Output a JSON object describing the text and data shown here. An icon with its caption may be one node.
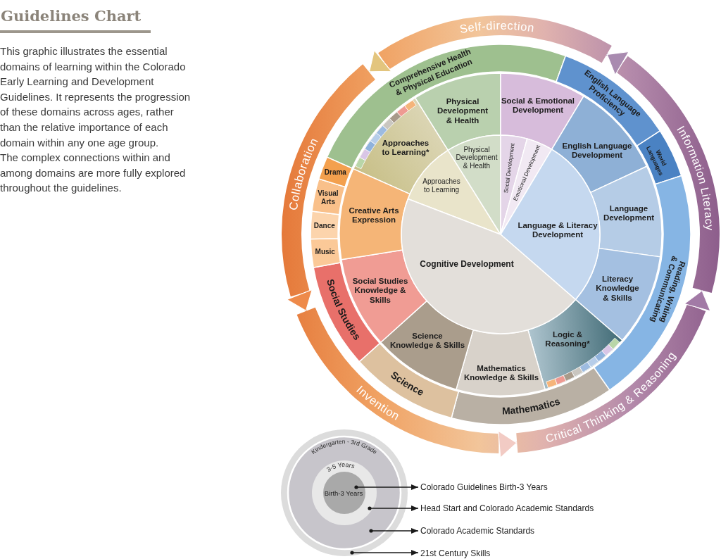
{
  "diagram": {
    "title": "Guidelines Chart",
    "nodes": [
      {
        "text": [
          "Self-direction"
        ]
      },
      {
        "text": [
          "Information Literacy"
        ]
      },
      {
        "text": [
          "Critical Thinking & Reasoning"
        ]
      },
      {
        "text": [
          "Invention"
        ]
      },
      {
        "text": [
          "Collaboration"
        ]
      },
      {
        "text": [
          "Comprehensive Health & Physical Education"
        ]
      },
      {
        "text": [
          "English Language Proficiency"
        ]
      },
      {
        "text": [
          "World Languages"
        ]
      },
      {
        "text": [
          "Reading, Writing & Communicating"
        ]
      },
      {
        "text": [
          "Mathematics"
        ]
      },
      {
        "text": [
          "Science"
        ]
      },
      {
        "text": [
          "Social Studies"
        ]
      },
      {
        "text": [
          "Music"
        ]
      },
      {
        "text": [
          "Dance"
        ]
      },
      {
        "text": [
          "Visual Arts"
        ]
      },
      {
        "text": [
          "Drama"
        ]
      },
      {
        "text": [
          "Approaches to Learning*"
        ]
      },
      {
        "text": [
          "Physical Development & Health"
        ]
      },
      {
        "text": [
          "Social & Emotional Development"
        ]
      },
      {
        "text": [
          "English Language Development"
        ]
      },
      {
        "text": [
          "Language Development"
        ]
      },
      {
        "text": [
          "Literacy Knowledge & Skills"
        ]
      },
      {
        "text": [
          "Logic & Reasoning*"
        ]
      },
      {
        "text": [
          "Mathematics Knowledge & Skills"
        ]
      },
      {
        "text": [
          "Science Knowledge & Skills"
        ]
      },
      {
        "text": [
          "Social Studies Knowledge & Skills"
        ]
      },
      {
        "text": [
          "Creative Arts Expression"
        ]
      },
      {
        "text": [
          "Approaches to Learning"
        ]
      },
      {
        "text": [
          "Physical Development & Health"
        ]
      },
      {
        "text": [
          "Social Development"
        ]
      },
      {
        "text": [
          "Emotional Development"
        ]
      },
      {
        "text": [
          "Language & Literacy Development"
        ]
      },
      {
        "text": [
          "Cognitive Development"
        ]
      },
      {
        "text": [],
        "shape": "circle"
      },
      {
        "text": [
          "Kindergarten - 3rd Grade"
        ],
        "in": 33
      },
      {
        "text": [
          "3-5 Years"
        ],
        "in": 34
      },
      {
        "text": [
          "Birth-3 Years"
        ],
        "in": 35
      },
      {
        "text": [
          "Colorado Guidelines Birth-3 Years"
        ]
      },
      {
        "text": [
          "Head Start and Colorado Academic Standards"
        ]
      },
      {
        "text": [
          "Colorado Academic Standards"
        ]
      },
      {
        "text": [
          "21st Century Skills"
        ]
      }
    ],
    "edges": [
      {
        "from": 4,
        "to": 3,
        "arrow": "to",
        "color": "#ee8a4a"
      },
      {
        "from": 3,
        "to": 2,
        "arrow": "to",
        "color": "#f2cbc4"
      },
      {
        "from": 2,
        "to": 1,
        "arrow": "to",
        "color": "#a27aa6"
      },
      {
        "from": 1,
        "to": 0,
        "arrow": "to",
        "color": "#a98bb0"
      },
      {
        "from": 0,
        "to": 4,
        "arrow": "to",
        "color": "#e3c57e"
      },
      {
        "from": 36,
        "to": 37,
        "arrow": "to"
      },
      {
        "from": 35,
        "to": 38,
        "arrow": "to"
      },
      {
        "from": 34,
        "to": 39,
        "arrow": "to"
      },
      {
        "from": 33,
        "to": 40,
        "arrow": "to"
      }
    ],
    "labels": [
      "This graphic illustrates the essential domains of learning within the Colorado Early Learning and Development Guidelines. It represents the progression of these domains across ages, rather than the relative importance of each domain within any one age group.",
      "The complex connections within and among domains are more fully explored throughout the guidelines."
    ]
  }
}
